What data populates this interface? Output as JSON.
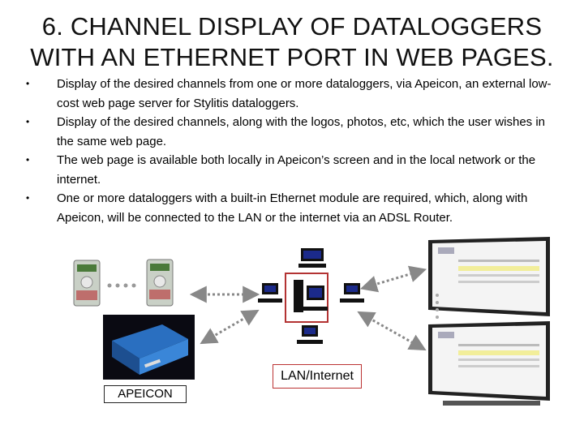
{
  "slide": {
    "title_line1": "6. CHANNEL DISPLAY OF DATALOGGERS",
    "title_line2": "WITH AN ETHERNET PORT IN WEB PAGES.",
    "bullets": [
      "Display of the desired channels from one or more dataloggers, via Apeicon, an external low-cost web page server for Stylitis dataloggers.",
      "Display of the desired channels, along with the logos, photos, etc, which the user wishes in the same web page.",
      "The web page is available both locally in Apeicon’s screen and in the local network or the internet.",
      "One or more dataloggers with a built-in Ethernet module are required, which, along with Apeicon, will be connected to the LAN or the internet via an ADSL Router."
    ],
    "bullet_symbol": "•"
  },
  "diagram": {
    "apeicon_label": "APEICON",
    "network_label": "LAN/Internet",
    "arrow_color": "#888888",
    "network_box_color": "#b33333",
    "computer_color": "#111111",
    "screen_color": "#1b2a8a",
    "device_color": "#2a6fc0"
  }
}
